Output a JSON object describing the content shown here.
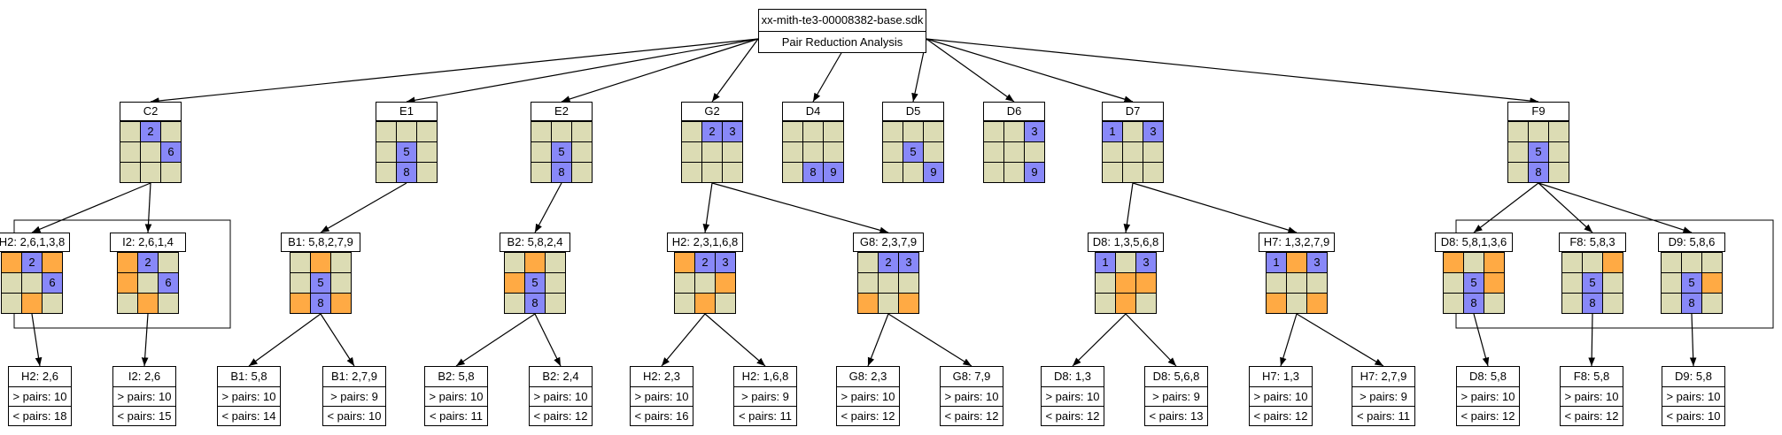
{
  "root": {
    "title": "xx-mith-te3-00008382-base.sdk",
    "subtitle": "Pair Reduction Analysis"
  },
  "colors": {
    "default": "#dcdcb4",
    "blue": "#8888f8",
    "orange": "#ffaa44"
  },
  "grids": {
    "C2": {
      "title": "C2",
      "cells": [
        "",
        "b2",
        "",
        "",
        "",
        "b6",
        "",
        "",
        ""
      ]
    },
    "E1": {
      "title": "E1",
      "cells": [
        "",
        "",
        "",
        "",
        "b5",
        "",
        "",
        "b8",
        ""
      ]
    },
    "E2": {
      "title": "E2",
      "cells": [
        "",
        "",
        "",
        "",
        "b5",
        "",
        "",
        "b8",
        ""
      ]
    },
    "G2": {
      "title": "G2",
      "cells": [
        "",
        "b2",
        "b3",
        "",
        "",
        "",
        "",
        "",
        ""
      ]
    },
    "D4": {
      "title": "D4",
      "cells": [
        "",
        "",
        "",
        "",
        "",
        "",
        "",
        "b8",
        "b9"
      ]
    },
    "D5": {
      "title": "D5",
      "cells": [
        "",
        "",
        "",
        "",
        "b5",
        "",
        "",
        "",
        "b9"
      ]
    },
    "D6": {
      "title": "D6",
      "cells": [
        "",
        "",
        "b3",
        "",
        "",
        "",
        "",
        "",
        "b9"
      ]
    },
    "D7": {
      "title": "D7",
      "cells": [
        "b1",
        "",
        "b3",
        "",
        "",
        "",
        "",
        "",
        ""
      ]
    },
    "F9": {
      "title": "F9",
      "cells": [
        "",
        "",
        "",
        "",
        "b5",
        "",
        "",
        "b8",
        ""
      ]
    },
    "H2a": {
      "title": "H2: 2,6,1,3,8",
      "cells": [
        "o",
        "b2",
        "o",
        "",
        "",
        "b6",
        "",
        "o",
        ""
      ]
    },
    "I2a": {
      "title": "I2: 2,6,1,4",
      "cells": [
        "o",
        "b2",
        "",
        "o",
        "",
        "b6",
        "",
        "o",
        ""
      ]
    },
    "B1a": {
      "title": "B1: 5,8,2,7,9",
      "cells": [
        "",
        "o",
        "",
        "",
        "b5",
        "",
        "o",
        "b8",
        "o"
      ]
    },
    "B2a": {
      "title": "B2: 5,8,2,4",
      "cells": [
        "",
        "o",
        "",
        "o",
        "b5",
        "",
        "",
        "b8",
        ""
      ]
    },
    "H2b": {
      "title": "H2: 2,3,1,6,8",
      "cells": [
        "o",
        "b2",
        "b3",
        "",
        "",
        "o",
        "",
        "o",
        ""
      ]
    },
    "G8a": {
      "title": "G8: 2,3,7,9",
      "cells": [
        "",
        "b2",
        "b3",
        "",
        "",
        "",
        "o",
        "",
        "o"
      ]
    },
    "D8a": {
      "title": "D8: 1,3,5,6,8",
      "cells": [
        "b1",
        "",
        "b3",
        "",
        "o",
        "o",
        "",
        "o",
        ""
      ]
    },
    "H7a": {
      "title": "H7: 1,3,2,7,9",
      "cells": [
        "b1",
        "o",
        "b3",
        "",
        "",
        "",
        "o",
        "",
        "o"
      ]
    },
    "D8b": {
      "title": "D8: 5,8,1,3,6",
      "cells": [
        "o",
        "",
        "o",
        "",
        "b5",
        "o",
        "",
        "b8",
        ""
      ]
    },
    "F8a": {
      "title": "F8: 5,8,3",
      "cells": [
        "",
        "",
        "o",
        "",
        "b5",
        "",
        "",
        "b8",
        ""
      ]
    },
    "D9a": {
      "title": "D9: 5,8,6",
      "cells": [
        "",
        "",
        "",
        "",
        "b5",
        "o",
        "",
        "b8",
        ""
      ]
    }
  },
  "results": {
    "r1": {
      "title": "H2: 2,6",
      "gt": "> pairs: 10",
      "lt": "< pairs: 18"
    },
    "r2": {
      "title": "I2: 2,6",
      "gt": "> pairs: 10",
      "lt": "< pairs: 15"
    },
    "r3": {
      "title": "B1: 5,8",
      "gt": "> pairs: 10",
      "lt": "< pairs: 14"
    },
    "r4": {
      "title": "B1: 2,7,9",
      "gt": "> pairs: 9",
      "lt": "< pairs: 10"
    },
    "r5": {
      "title": "B2: 5,8",
      "gt": "> pairs: 10",
      "lt": "< pairs: 11"
    },
    "r6": {
      "title": "B2: 2,4",
      "gt": "> pairs: 10",
      "lt": "< pairs: 12"
    },
    "r7": {
      "title": "H2: 2,3",
      "gt": "> pairs: 10",
      "lt": "< pairs: 16"
    },
    "r8": {
      "title": "H2: 1,6,8",
      "gt": "> pairs: 9",
      "lt": "< pairs: 11"
    },
    "r9": {
      "title": "G8: 2,3",
      "gt": "> pairs: 10",
      "lt": "< pairs: 12"
    },
    "r10": {
      "title": "G8: 7,9",
      "gt": "> pairs: 10",
      "lt": "< pairs: 12"
    },
    "r11": {
      "title": "D8: 1,3",
      "gt": "> pairs: 10",
      "lt": "< pairs: 12"
    },
    "r12": {
      "title": "D8: 5,6,8",
      "gt": "> pairs: 9",
      "lt": "< pairs: 13"
    },
    "r13": {
      "title": "H7: 1,3",
      "gt": "> pairs: 10",
      "lt": "< pairs: 12"
    },
    "r14": {
      "title": "H7: 2,7,9",
      "gt": "> pairs: 9",
      "lt": "< pairs: 11"
    },
    "r15": {
      "title": "D8: 5,8",
      "gt": "> pairs: 10",
      "lt": "< pairs: 12"
    },
    "r16": {
      "title": "F8: 5,8",
      "gt": "> pairs: 10",
      "lt": "< pairs: 12"
    },
    "r17": {
      "title": "D9: 5,8",
      "gt": "> pairs: 10",
      "lt": "< pairs: 10"
    }
  }
}
